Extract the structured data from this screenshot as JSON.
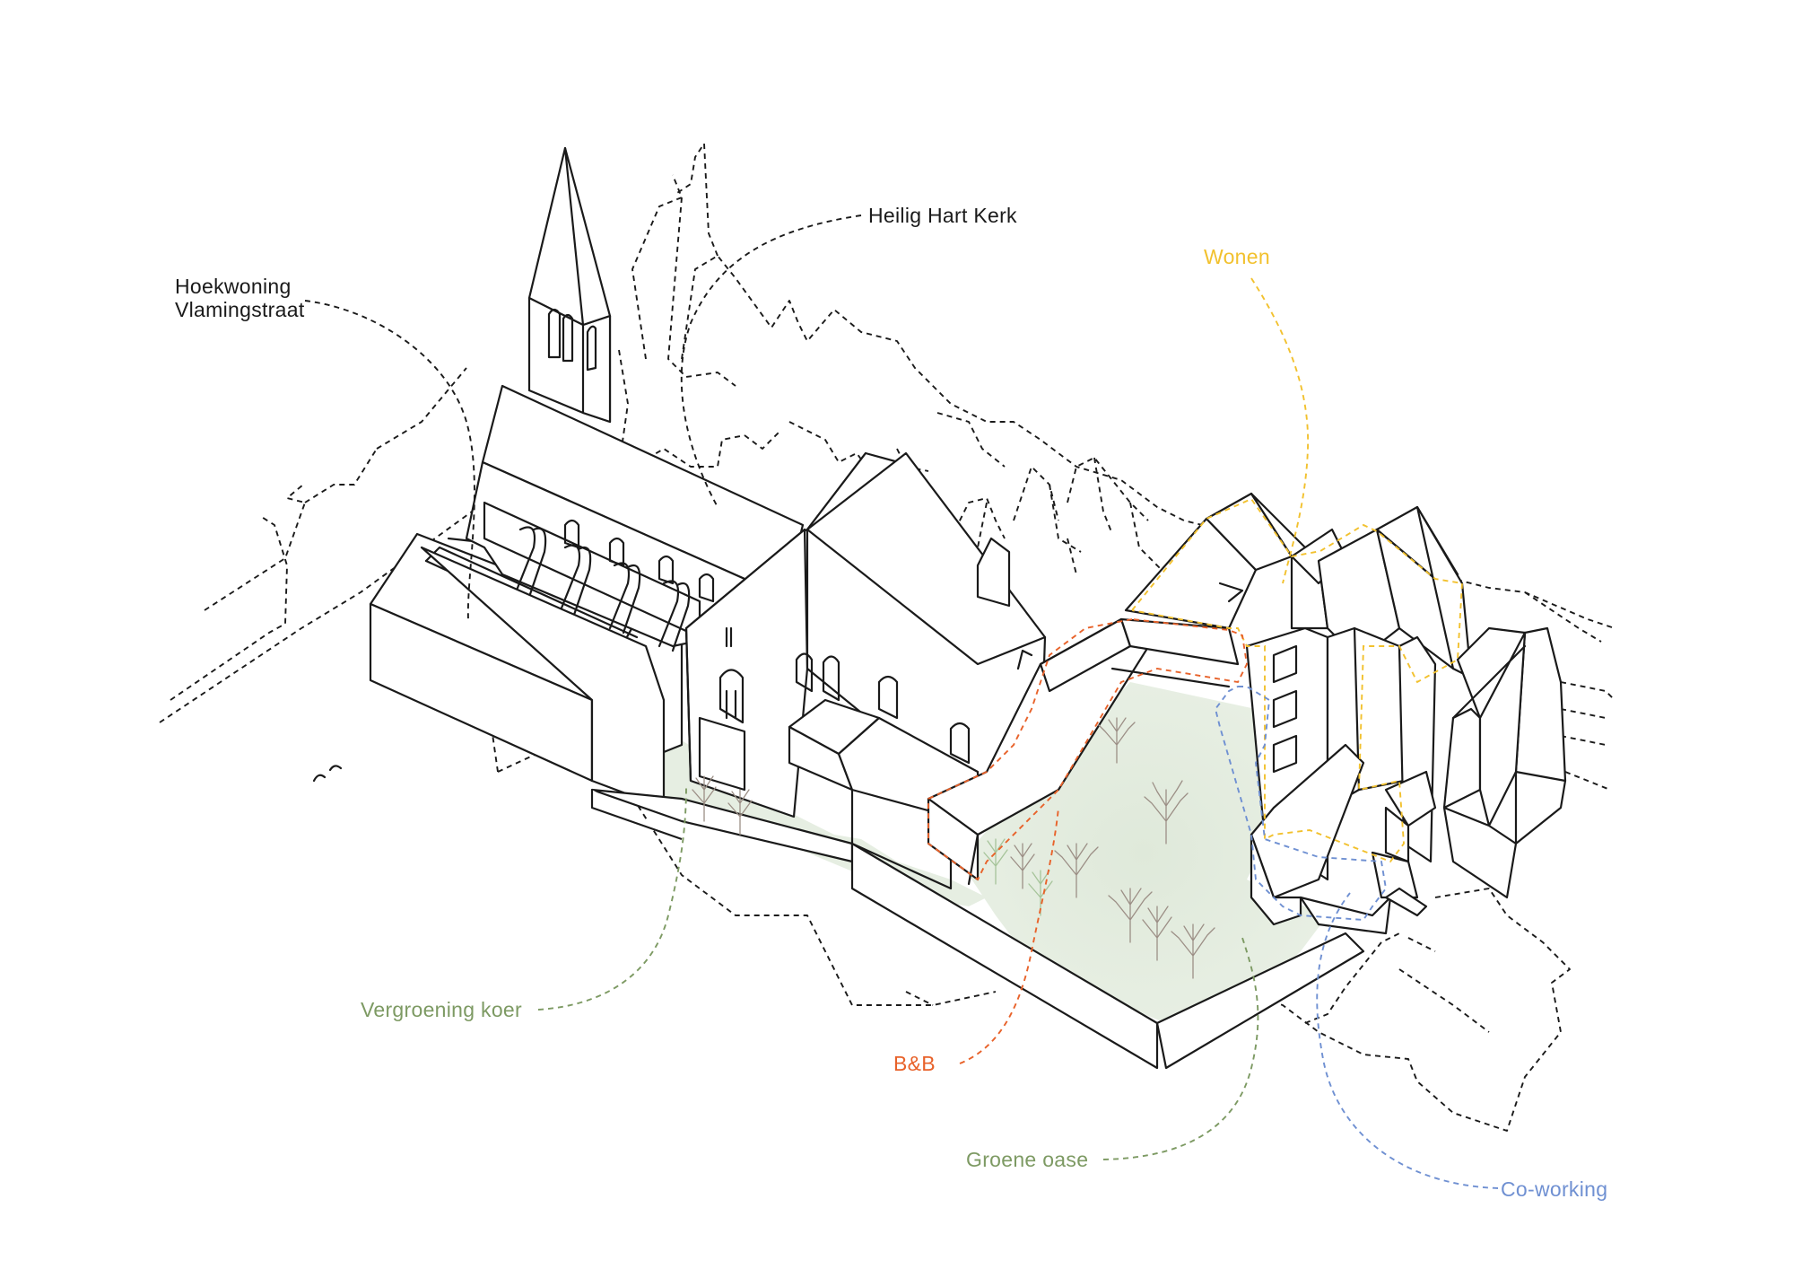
{
  "labels": {
    "corner_house_line1": "Hoekwoning",
    "corner_house_line2": "Vlamingstraat",
    "church": "Heilig Hart Kerk",
    "housing": "Wonen",
    "courtyard_greening": "Vergroening koer",
    "bnb": "B&B",
    "green_oasis": "Groene oase",
    "coworking": "Co-working"
  },
  "colors": {
    "ink": "#1a1a1a",
    "housing": "#f2c12e",
    "bnb": "#e8622a",
    "coworking": "#6f90d2",
    "greenery": "#7d9a63",
    "courtyard_fill": "#e3ecdf",
    "tree_stroke": "#9c8f86"
  }
}
